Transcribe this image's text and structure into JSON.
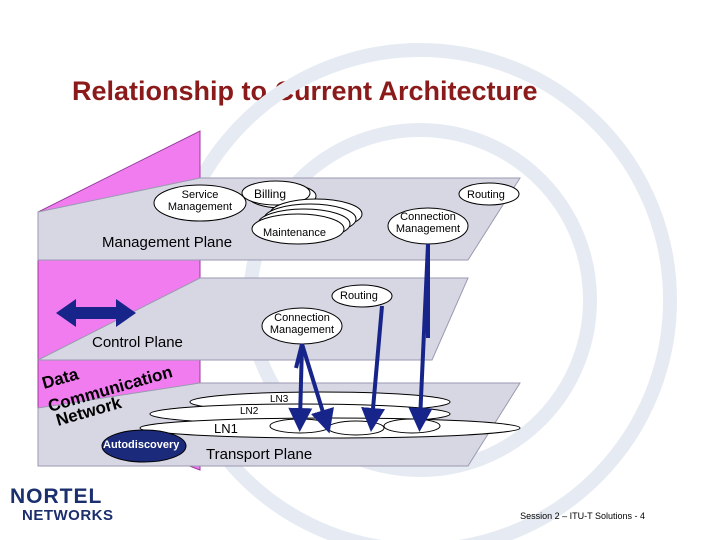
{
  "title": "Relationship to Current Architecture",
  "planes": {
    "management": "Management Plane",
    "control": "Control Plane",
    "transport": "Transport Plane"
  },
  "nodes": {
    "service_mgmt_line1": "Service",
    "service_mgmt_line2": "Management",
    "billing": "Billing",
    "maintenance": "Maintenance",
    "routing_top": "Routing",
    "conn_mgmt_top_line1": "Connection",
    "conn_mgmt_top_line2": "Management",
    "routing_mid": "Routing",
    "conn_mgmt_mid_line1": "Connection",
    "conn_mgmt_mid_line2": "Management",
    "autodiscovery": "Autodiscovery",
    "ln1": "LN1",
    "ln2": "LN2",
    "ln3": "LN3"
  },
  "dcn": {
    "word1": "Data",
    "word2": "Communication",
    "word3": "Network"
  },
  "footer": "Session 2 – ITU-T Solutions - 4",
  "logo": {
    "line1": "NORTEL",
    "line2": "NETWORKS"
  },
  "colors": {
    "title": "#8b1a1a",
    "dcn_plane": "#f07cf0",
    "plane": "#d7d7e4",
    "arrow": "#17248a",
    "autodiscovery_fill": "#1b2a7a"
  }
}
